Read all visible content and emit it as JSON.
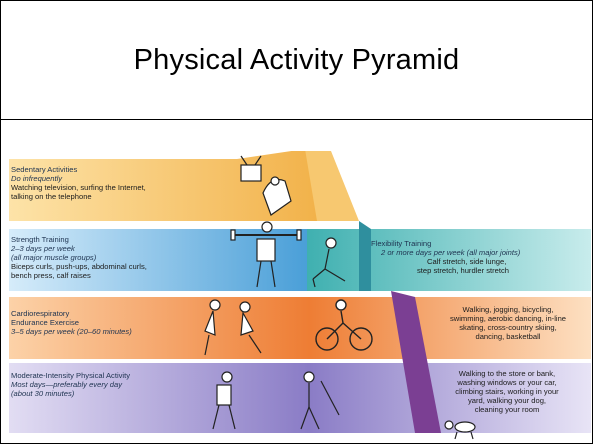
{
  "slide": {
    "title": "Physical Activity Pyramid"
  },
  "levels": {
    "sedentary": {
      "heading": "Sedentary Activities",
      "sub": "Do infrequently",
      "desc1": "Watching television, surfing the Internet,",
      "desc2": "talking on the telephone"
    },
    "strength": {
      "heading": "Strength Training",
      "sub1": "2–3 days per week",
      "sub2": "(all major muscle groups)",
      "desc1": "Biceps curls, push-ups, abdominal curls,",
      "desc2": "bench press, calf raises"
    },
    "flexibility": {
      "heading": "Flexibility Training",
      "sub": "2 or more days per week (all major joints)",
      "desc1": "Calf stretch, side lunge,",
      "desc2": "step stretch, hurdler stretch"
    },
    "cardio": {
      "heading1": "Cardiorespiratory",
      "heading2": "Endurance Exercise",
      "sub": "3–5 days per week (20–60 minutes)",
      "desc1": "Walking, jogging, bicycling,",
      "desc2": "swimming, aerobic dancing, in-line",
      "desc3": "skating, cross-country skiing,",
      "desc4": "dancing, basketball"
    },
    "moderate": {
      "heading": "Moderate-Intensity Physical Activity",
      "sub1": "Most days—preferably every day",
      "sub2": "(about 30 minutes)",
      "desc1": "Walking to the store or bank,",
      "desc2": "washing windows or your car,",
      "desc3": "climbing stairs, working in your",
      "desc4": "yard, walking your dog,",
      "desc5": "cleaning your room"
    }
  },
  "colors": {
    "sedentary": "#f6c66a",
    "strength": "#6fb6e6",
    "flexibility": "#6cc7c6",
    "cardio": "#f19a5a",
    "moderate": "#9a8fd0",
    "side_dark": "#7b3f93"
  }
}
